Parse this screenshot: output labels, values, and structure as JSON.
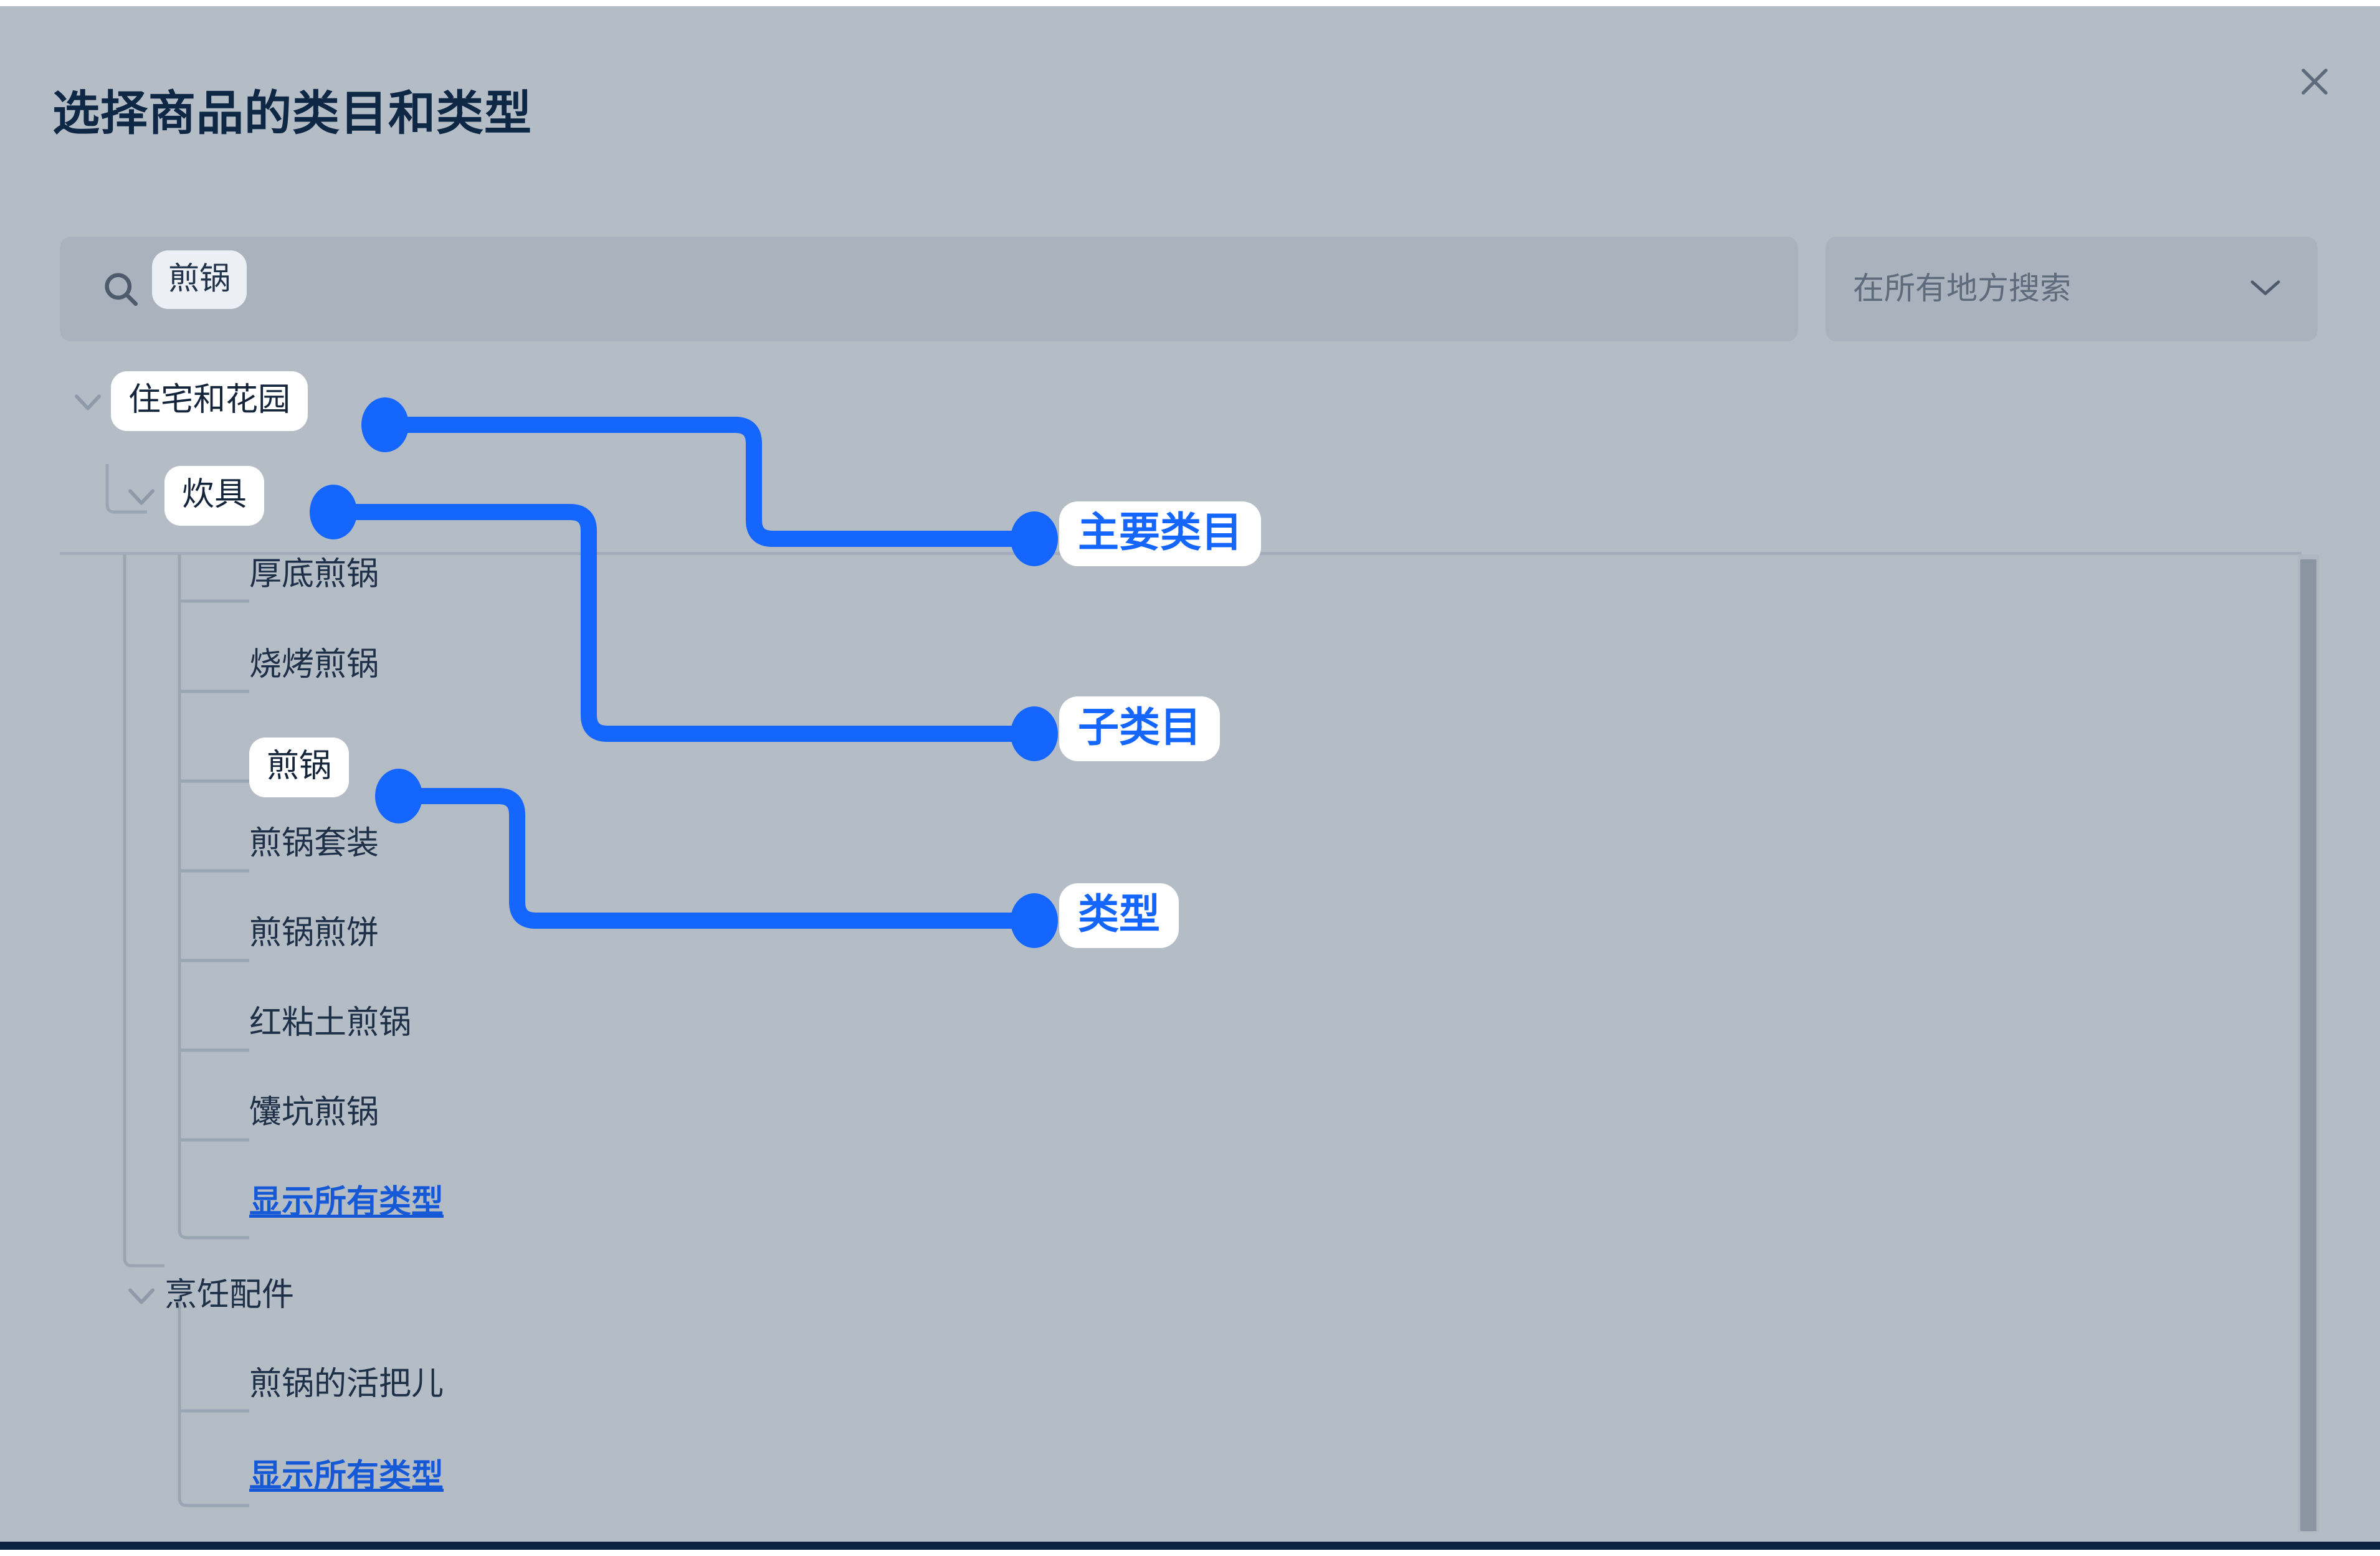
{
  "window": {
    "title": "选择商品的类目和类型",
    "close_icon": "close-icon"
  },
  "search": {
    "icon": "search-icon",
    "query_token": "煎锅",
    "scope_value": "在所有地方搜索",
    "scope_caret_icon": "chevron-down-icon"
  },
  "tree": {
    "nodes": [
      {
        "label": "住宅和花园",
        "level": 0,
        "chevron": "chevron-down-icon",
        "highlight": true,
        "link": false
      },
      {
        "label": "炊具",
        "level": 1,
        "chevron": "chevron-down-icon",
        "highlight": true,
        "link": false
      },
      {
        "label": "厚底煎锅",
        "level": 2,
        "chevron": "",
        "highlight": false,
        "link": false
      },
      {
        "label": "烧烤煎锅",
        "level": 2,
        "chevron": "",
        "highlight": false,
        "link": false
      },
      {
        "label": "煎锅",
        "level": 2,
        "chevron": "",
        "highlight": true,
        "link": false
      },
      {
        "label": "煎锅套装",
        "level": 2,
        "chevron": "",
        "highlight": false,
        "link": false
      },
      {
        "label": "煎锅煎饼",
        "level": 2,
        "chevron": "",
        "highlight": false,
        "link": false
      },
      {
        "label": "红粘土煎锅",
        "level": 2,
        "chevron": "",
        "highlight": false,
        "link": false
      },
      {
        "label": "馕坑煎锅",
        "level": 2,
        "chevron": "",
        "highlight": false,
        "link": false
      },
      {
        "label": "显示所有类型",
        "level": 2,
        "chevron": "",
        "highlight": false,
        "link": true
      },
      {
        "label": "烹饪配件",
        "level": 1,
        "chevron": "chevron-down-icon",
        "highlight": false,
        "link": false
      },
      {
        "label": "煎锅的活把儿",
        "level": 2,
        "chevron": "",
        "highlight": false,
        "link": false
      },
      {
        "label": "显示所有类型",
        "level": 2,
        "chevron": "",
        "highlight": false,
        "link": true
      }
    ]
  },
  "annotations": {
    "accent_color": "#1565ff",
    "items": [
      {
        "label": "主要类目",
        "target": "住宅和花园"
      },
      {
        "label": "子类目",
        "target": "炊具"
      },
      {
        "label": "类型",
        "target": "煎锅"
      }
    ]
  },
  "colors": {
    "background": "#b4bcc6",
    "title": "#0d2744",
    "accent": "#1565ff",
    "link": "#1659d6",
    "field": "#a9b2bd",
    "bottom_bar": "#0b2340"
  }
}
